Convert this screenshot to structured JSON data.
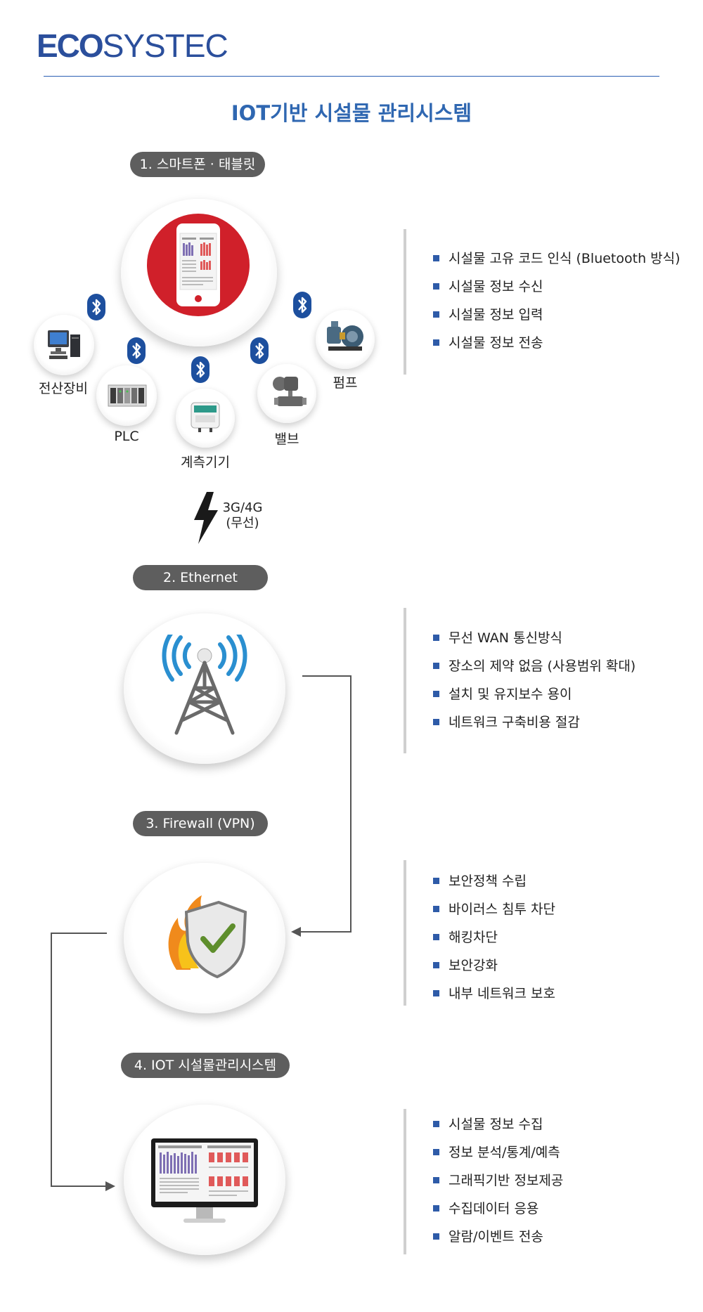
{
  "logo": {
    "bold": "ECO",
    "light": "SYSTEC"
  },
  "title": "IOT기반 시설물 관리시스템",
  "colors": {
    "brand": "#2b4f9c",
    "title": "#2f67b1",
    "pill": "#5e5e5e",
    "bluetooth": "#1d4f9e",
    "phone_bg": "#d0202a",
    "bullet": "#2e5ba8"
  },
  "section1": {
    "pill": "1. 스마트폰 · 태블릿",
    "devices": [
      "전산장비",
      "PLC",
      "계측기기",
      "밸브",
      "펌프"
    ],
    "link": {
      "line1": "3G/4G",
      "line2": "(무선)"
    },
    "features": [
      "시설물 고유 코드 인식 (Bluetooth 방식)",
      "시설물 정보 수신",
      "시설물 정보 입력",
      "시설물 정보 전송"
    ]
  },
  "section2": {
    "pill": "2. Ethernet",
    "features": [
      "무선 WAN 통신방식",
      "장소의 제약 없음 (사용범위 확대)",
      "설치 및 유지보수 용이",
      "네트워크 구축비용 절감"
    ]
  },
  "section3": {
    "pill": "3. Firewall (VPN)",
    "features": [
      "보안정책 수립",
      "바이러스 침투 차단",
      "해킹차단",
      "보안강화",
      "내부 네트워크 보호"
    ]
  },
  "section4": {
    "pill": "4. IOT 시설물관리시스템",
    "features": [
      "시설물 정보 수집",
      "정보 분석/통계/예측",
      "그래픽기반 정보제공",
      "수집데이터 응용",
      "알람/이벤트 전송"
    ]
  },
  "icons": [
    "smartphone-icon",
    "bluetooth-icon",
    "computer-icon",
    "plc-icon",
    "meter-icon",
    "valve-icon",
    "pump-icon",
    "lightning-icon",
    "antenna-tower-icon",
    "firewall-shield-icon",
    "monitor-icon"
  ]
}
